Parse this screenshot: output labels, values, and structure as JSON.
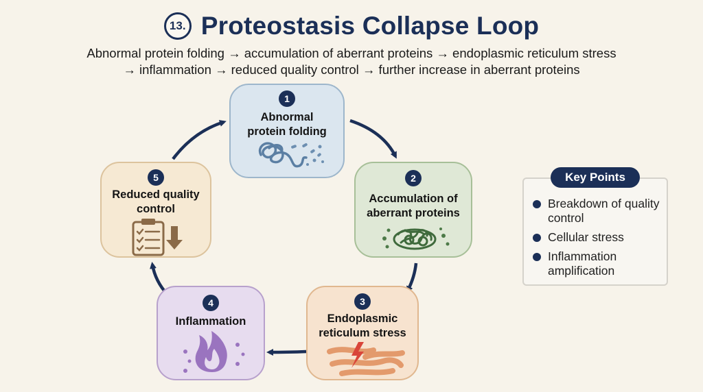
{
  "header": {
    "badge": "13.",
    "title": "Proteostasis Collapse Loop",
    "subtitle_line1": "Abnormal protein folding → accumulation of aberrant proteins → endoplasmic reticulum stress",
    "subtitle_line2": "→ inflammation  → reduced quality control → further increase in aberrant proteins"
  },
  "cycle": {
    "nodes": [
      {
        "number": "1",
        "label_lines": [
          "Abnormal",
          "protein folding"
        ],
        "icon": "tangled-protein-icon",
        "color": "#dbe6ef"
      },
      {
        "number": "2",
        "label_lines": [
          "Accumulation of",
          "aberrant proteins"
        ],
        "icon": "protein-aggregate-icon",
        "color": "#dfe8d6"
      },
      {
        "number": "3",
        "label_lines": [
          "Endoplasmic",
          "reticulum stress"
        ],
        "icon": "er-stress-icon",
        "color": "#f7e3cf"
      },
      {
        "number": "4",
        "label_lines": [
          "Inflammation"
        ],
        "icon": "flame-icon",
        "color": "#e7dcef"
      },
      {
        "number": "5",
        "label_lines": [
          "Reduced quality",
          "control"
        ],
        "icon": "clipboard-down-icon",
        "color": "#f6e9d3"
      }
    ],
    "arrow_color": "#1b2f57"
  },
  "key_points": {
    "title": "Key Points",
    "items": [
      "Breakdown of quality control",
      "Cellular stress",
      "Inflammation amplification"
    ]
  }
}
